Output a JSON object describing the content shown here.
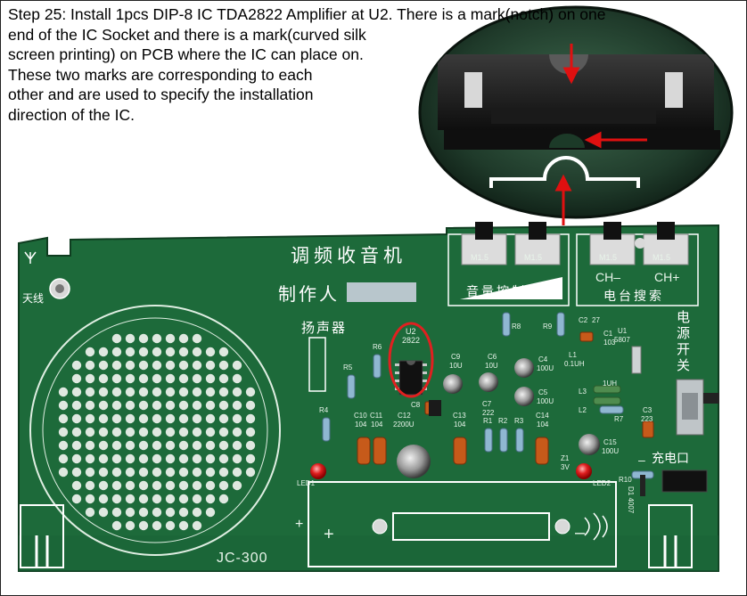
{
  "caption": {
    "lines": [
      "Step 25: Install 1pcs DIP-8 IC TDA2822 Amplifier at U2. There is a mark(notch) on one",
      "end of the IC Socket and there is a mark(curved silk",
      "screen printing) on PCB where the IC can place on.",
      "These two marks are corresponding to each",
      "other and are used to specify the installation",
      "direction of the IC."
    ]
  },
  "board": {
    "title": "调频收音机",
    "maker_label": "制作人",
    "speaker_label": "扬声器",
    "antenna_label": "天线",
    "model": "JC-300",
    "volume_label": "音量控制",
    "tuning_label": "电台搜索",
    "ch_minus": "CH–",
    "ch_plus": "CH+",
    "power_switch_label": [
      "电",
      "源",
      "开",
      "关"
    ],
    "charge_label": "充电口",
    "button_label": "M1.5",
    "u2_label": [
      "U2",
      "2822"
    ],
    "plus": "+",
    "minus": "–",
    "components": {
      "c9": [
        "C9",
        "10U"
      ],
      "c6": [
        "C6",
        "10U"
      ],
      "c4": [
        "C4",
        "100U"
      ],
      "c5": [
        "C5",
        "100U"
      ],
      "c10": [
        "C10",
        "104"
      ],
      "c11": [
        "C11",
        "104"
      ],
      "c12": [
        "C12",
        "2200U"
      ],
      "c13": [
        "C13",
        "104"
      ],
      "c14": [
        "C14",
        "104"
      ],
      "c15": [
        "C15",
        "100U"
      ],
      "c7": [
        "C7",
        "222"
      ],
      "c3": [
        "C3",
        "223"
      ],
      "c2": "C2",
      "c1": [
        "C1",
        "103"
      ],
      "c27": "27",
      "c8": "C8",
      "r1": "R1",
      "r2": "R2",
      "r3": "R3",
      "r4": "R4",
      "r5": "R5",
      "r6": "R6",
      "r7": "R7",
      "r8": "R8",
      "r9": "R9",
      "r10": "R10",
      "l1": [
        "L1",
        "0.1UH"
      ],
      "l2": "L2",
      "l3": "L3",
      "l_val": "1UH",
      "u1": [
        "U1",
        "5807"
      ],
      "z1": [
        "Z1",
        "3V"
      ],
      "d1": "D1 4007",
      "led1": "LED1",
      "led2": "LED2"
    }
  }
}
